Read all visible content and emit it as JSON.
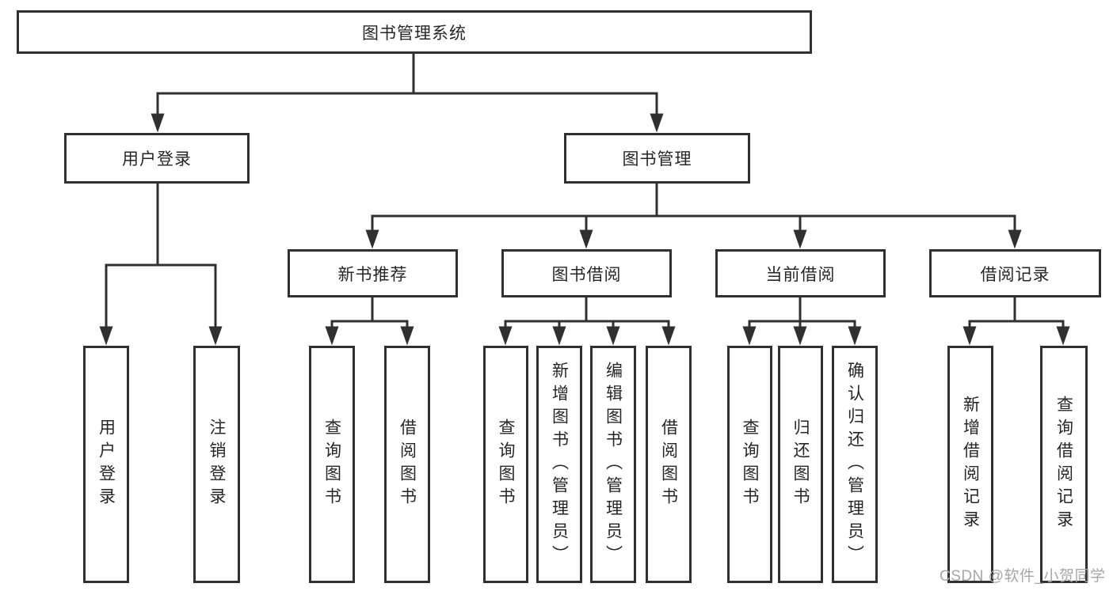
{
  "diagram": {
    "root": {
      "label": "图书管理系统"
    },
    "level1": [
      {
        "label": "用户登录"
      },
      {
        "label": "图书管理"
      }
    ],
    "level2": [
      {
        "label": "新书推荐"
      },
      {
        "label": "图书借阅"
      },
      {
        "label": "当前借阅"
      },
      {
        "label": "借阅记录"
      }
    ],
    "leaves": {
      "user_login": [
        "用户登录",
        "注销登录"
      ],
      "new_book": [
        "查询图书",
        "借阅图书"
      ],
      "book_borrow": [
        "查询图书",
        "新增图书（管理员）",
        "编辑图书（管理员）",
        "借阅图书"
      ],
      "current_borrow": [
        "查询图书",
        "归还图书",
        "确认归还（管理员）"
      ],
      "borrow_record": [
        "新增借阅记录",
        "查询借阅记录"
      ]
    },
    "colors": {
      "line": "#303030",
      "text": "#262626",
      "background": "#ffffff",
      "watermark": "#a6a6a6"
    }
  },
  "watermark": {
    "text": "CSDN @软件_小贺同学"
  }
}
